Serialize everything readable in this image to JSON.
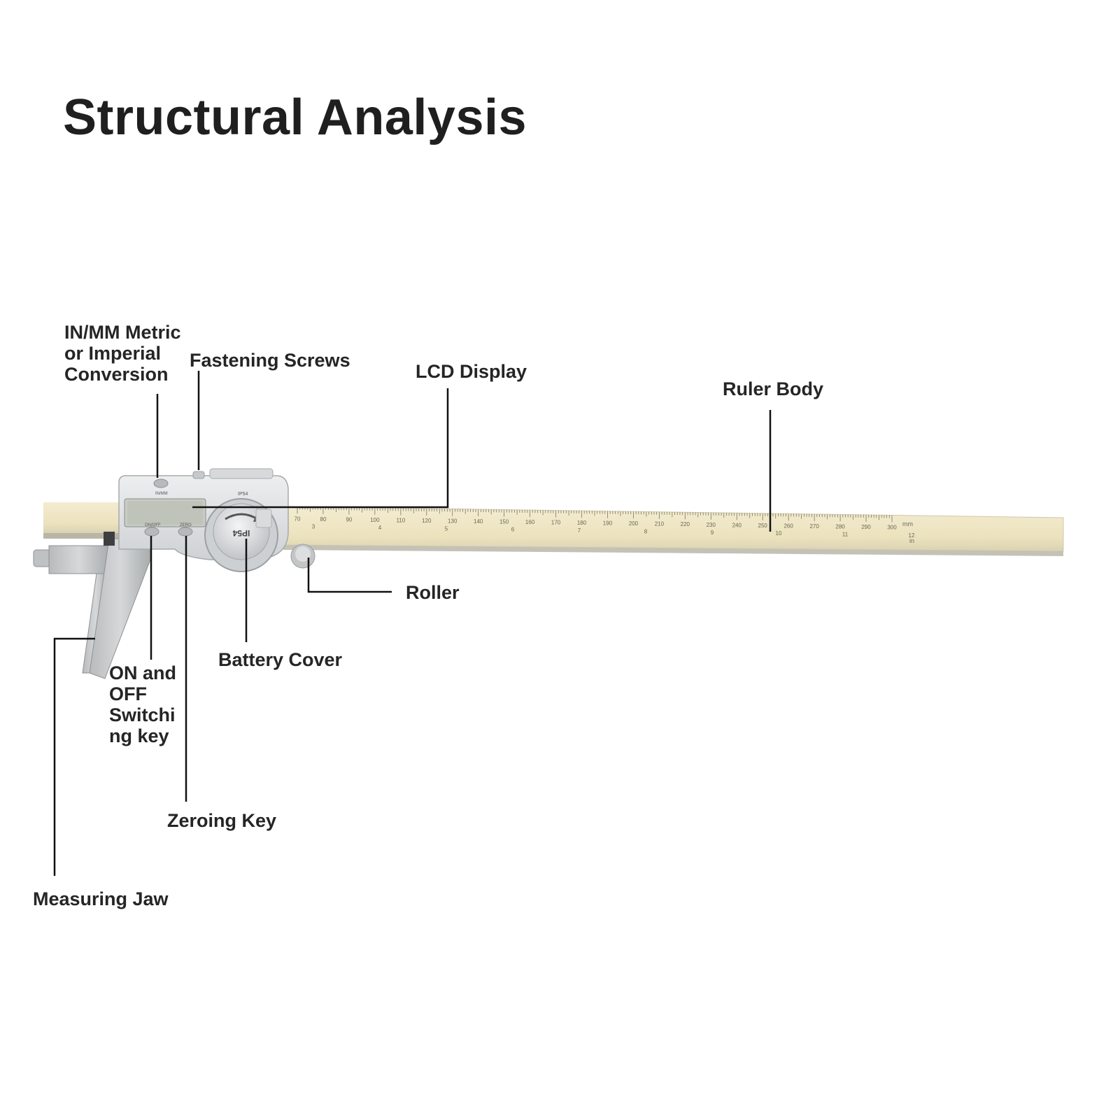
{
  "title": "Structural Analysis",
  "labels": {
    "inmm": "IN/MM Metric\nor Imperial\nConversion",
    "screws": "Fastening Screws",
    "lcd": "LCD Display",
    "ruler": "Ruler Body",
    "roller": "Roller",
    "battery": "Battery Cover",
    "onoff": "ON and\nOFF\nSwitchi\nng key",
    "zero": "Zeroing Key",
    "jaw": "Measuring Jaw"
  },
  "device": {
    "mm_ticks": [
      "70",
      "80",
      "90",
      "100",
      "110",
      "120",
      "130",
      "140",
      "150",
      "160",
      "170",
      "180",
      "190",
      "200",
      "210",
      "220",
      "230",
      "240",
      "250",
      "260",
      "270",
      "280",
      "290",
      "300"
    ],
    "in_ticks": [
      "3",
      "4",
      "5",
      "6",
      "7",
      "8",
      "9",
      "10",
      "11",
      "12"
    ],
    "mm_unit": "mm",
    "in_unit": "in",
    "dial_text": "IP54",
    "button_inmm": "IN/MM",
    "button_onoff": "ON/OFF",
    "button_zero": "ZERO",
    "colors": {
      "scale": "#eee6c4",
      "steel": "#c9cbcc",
      "body": "#dfe1e2",
      "lcd": "#c8ccc4",
      "line": "#111111"
    }
  }
}
